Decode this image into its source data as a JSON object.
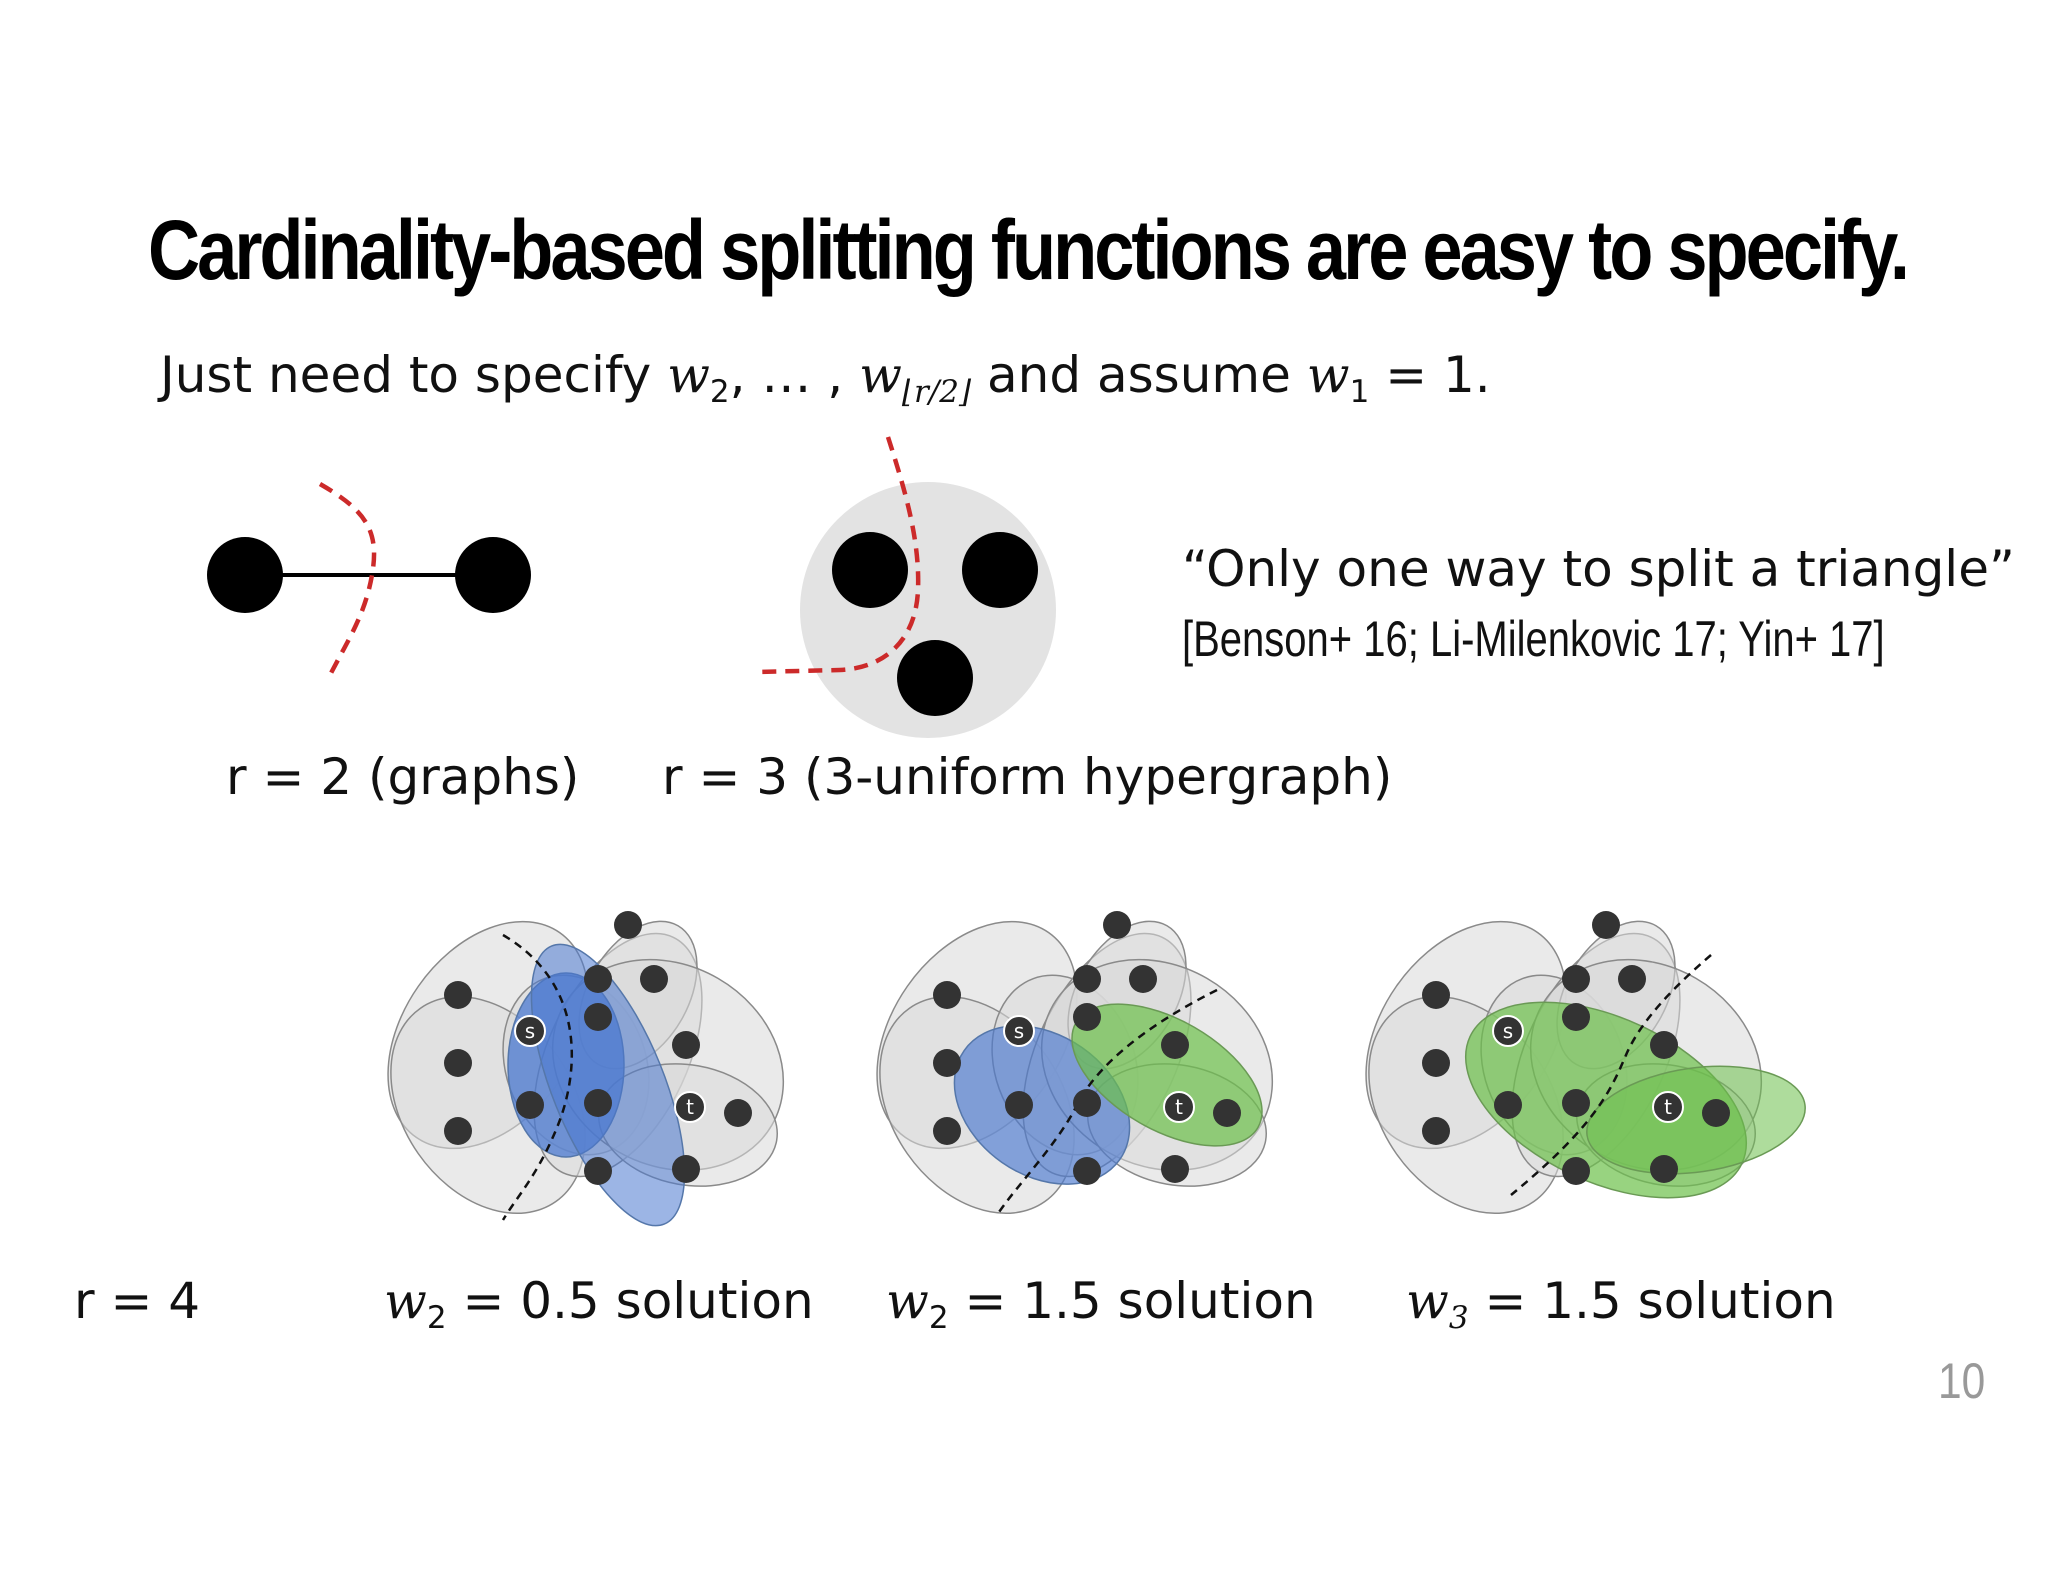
{
  "title": "Cardinality-based splitting functions are easy to specify.",
  "subtitle": {
    "prefix": "Just need to specify",
    "w": "w",
    "sub2": "2",
    "ellipsis": ", … , ",
    "sub_floor": "⌊r/2⌋",
    "middle": " and assume ",
    "sub1": "1",
    "suffix": " = 1."
  },
  "quote": "“Only one way to split a triangle”",
  "references": "[Benson+ 16; Li-Milenkovic 17; Yin+ 17]",
  "captions": {
    "r2": "r = 2 (graphs)",
    "r3": "r = 3 (3-uniform hypergraph)",
    "r4": "r = 4"
  },
  "solutions": [
    {
      "w": "w",
      "sub": "2",
      "text": " = 0.5 solution"
    },
    {
      "w": "w",
      "sub": "2",
      "text": " = 1.5 solution"
    },
    {
      "w": "w",
      "sub": "3",
      "text": " = 1.5 solution"
    }
  ],
  "node_labels": {
    "s": "s",
    "t": "t"
  },
  "page_number": "10",
  "colors": {
    "cut_red": "#cc2a2a",
    "blue_region": "#4a78d0",
    "green_region": "#6cc04a",
    "hyperedge_gray": "#d9d9d9",
    "node": "#333333",
    "page_number": "#999999"
  }
}
